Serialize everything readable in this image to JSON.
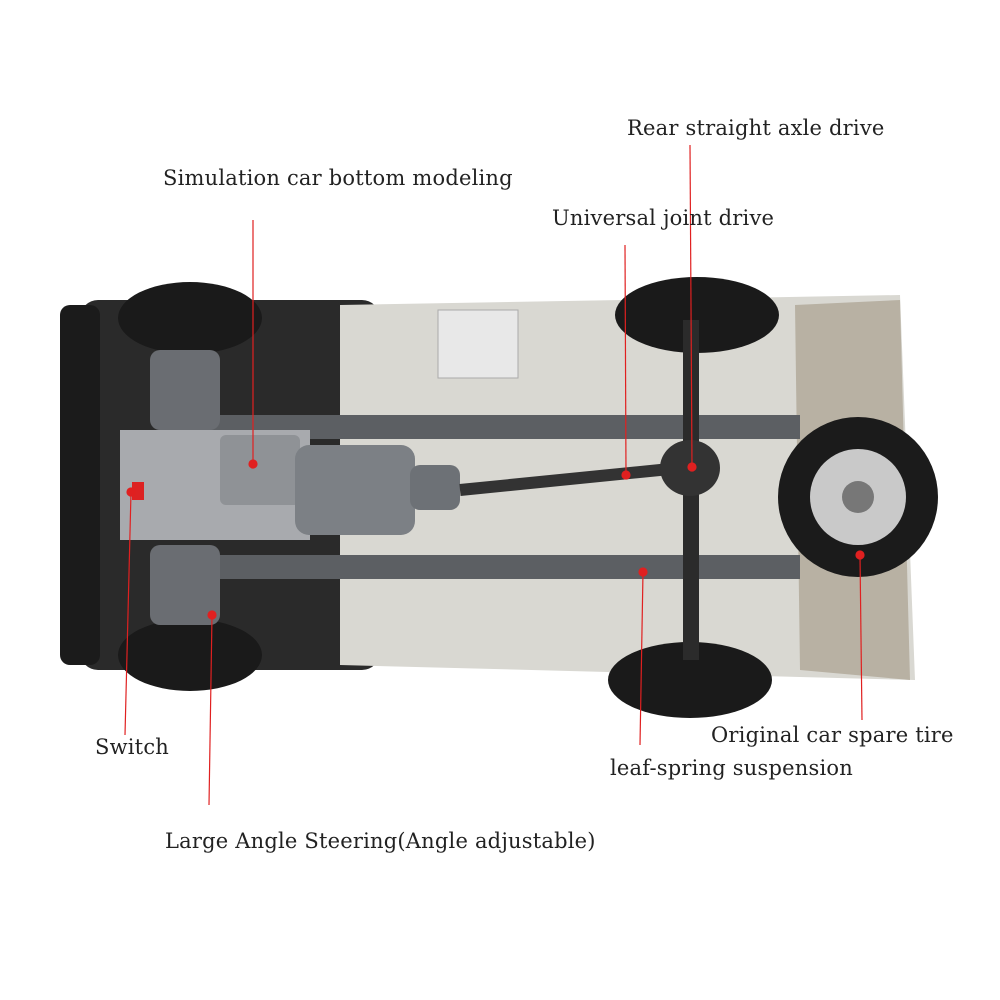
{
  "labels": {
    "rear_axle": "Rear straight axle drive",
    "bottom_modeling": "Simulation car bottom modeling",
    "universal_joint": "Universal joint drive",
    "switch": "Switch",
    "steering": "Large Angle Steering(Angle adjustable)",
    "spare_tire": "Original car spare tire",
    "leaf_spring": "leaf-spring suspension"
  },
  "colors": {
    "callout": "#e02020",
    "text": "#222222"
  }
}
